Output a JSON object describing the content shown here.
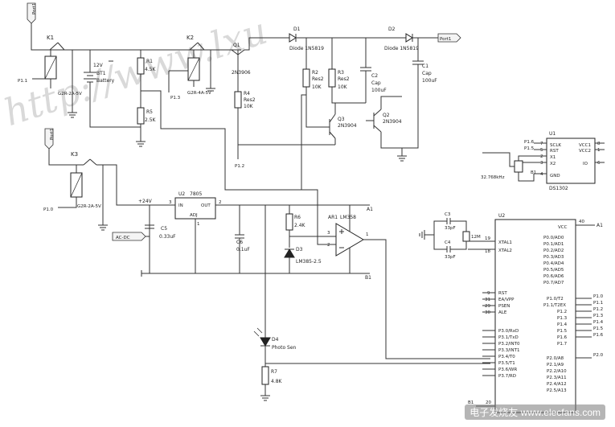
{
  "watermark": "http://www.lxu",
  "footer_logo": "电子发烧友",
  "footer_site": "www.elecfans.com",
  "ports": {
    "port1_top": "Port1",
    "port1_mid": "Port1",
    "port1_right": "Port1"
  },
  "relays": {
    "k1": "K1",
    "k1_model": "G2R-2A-5V",
    "k1_pin": "P1.1",
    "k2": "K2",
    "k2_model": "G2R-4A-5V",
    "k2_pin": "P1.3",
    "k3": "K3",
    "k3_model": "G2R-2A-5V",
    "k3_pin": "P1.0"
  },
  "battery": {
    "ref": "BT1",
    "value": "12V",
    "name": "Battery"
  },
  "resistors": {
    "r1": "R1",
    "r1_val": "4.5K",
    "r5": "R5",
    "r5_val": "2.5K",
    "r4": "R4",
    "r4_val": "Res2",
    "r4_val2": "10K",
    "r2": "R2",
    "r2_val": "Res2",
    "r2_val2": "10K",
    "r3": "R3",
    "r3_val": "Res2",
    "r3_val2": "10K",
    "r6": "R6",
    "r6_val": "2.4K",
    "r7": "R7",
    "r7_val": "4.8K"
  },
  "transistors": {
    "q1": "Q1",
    "q1_val": "2N3906",
    "q2": "Q2",
    "q2_val": "2N3904",
    "q3": "Q3",
    "q3_val": "2N3904",
    "q1_pin": "P1.2"
  },
  "diodes": {
    "d1": "D1",
    "d1_val": "Diode 1N5819",
    "d2": "D2",
    "d2_val": "Diode 1N5819",
    "d3": "D3",
    "d3_val": "LM385-2.5",
    "d4": "D4",
    "d4_val": "Photo Sen"
  },
  "capacitors": {
    "c1": "C1",
    "c1_val": "Cap",
    "c1_val2": "100uF",
    "c2": "C2",
    "c2_val": "Cap",
    "c2_val2": "100uF",
    "c5": "C5",
    "c5_val": "0.33uF",
    "c6": "C6",
    "c6_val": "0.1uF",
    "c3": "C3",
    "c3_val": "33pF",
    "c4": "C4",
    "c4_val": "33pF"
  },
  "regulator": {
    "ref": "U2",
    "part": "7805",
    "in": "IN",
    "out": "OUT",
    "adj": "ADJ",
    "pin_in": "3",
    "pin_out": "2",
    "pin_gnd": "1",
    "vin": "+24V",
    "acdc": "AC-DC"
  },
  "opamp": {
    "ref": "AR1",
    "part": "LM358",
    "net_a1": "A1",
    "net_b1": "B1",
    "pin_out": "1",
    "pin_in": "3",
    "pin_inn": "2"
  },
  "rtc": {
    "ref": "U1",
    "part": "DS1302",
    "crystal": "32.768kHz",
    "pins_left": [
      "SCLK",
      "RST",
      "X1",
      "X2",
      "GND"
    ],
    "pins_right": [
      "VCC1",
      "VCC2",
      "IO"
    ],
    "nets": [
      "P1.6",
      "P1.5",
      "B1"
    ],
    "pin_nums_left": [
      "7",
      "5",
      "2",
      "3",
      "4"
    ],
    "pin_nums_right": [
      "8",
      "1",
      "6"
    ]
  },
  "mcu": {
    "ref": "U2",
    "vcc": "VCC",
    "pin_vcc": "40",
    "net_vcc": "A1",
    "xtal1": "XTAL1",
    "xtal2": "XTAL2",
    "pin_x1": "19",
    "pin_x2": "18",
    "crystal": "12M",
    "ctrl": [
      "RST",
      "EA/VPP",
      "PSEN",
      "ALE"
    ],
    "ctrl_pins": [
      "9",
      "31",
      "29",
      "30"
    ],
    "p3": [
      "P3.0/RxD",
      "P3.1/TxD",
      "P3.2/INT0",
      "P3.3/INT1",
      "P3.4/T0",
      "P3.5/T1",
      "P3.6/WR",
      "P3.7/RD"
    ],
    "p0": [
      "P0.0/AD0",
      "P0.1/AD1",
      "P0.2/AD2",
      "P0.3/AD3",
      "P0.4/AD4",
      "P0.5/AD5",
      "P0.6/AD6",
      "P0.7/AD7"
    ],
    "p1": [
      "P1.0/T2",
      "P1.1/T2EX",
      "P1.2",
      "P1.3",
      "P1.4",
      "P1.5",
      "P1.6",
      "P1.7"
    ],
    "p2": [
      "P2.0/A8",
      "P2.1/A9",
      "P2.2/A10",
      "P2.3/A11",
      "P2.4/A12",
      "P2.5/A13"
    ],
    "right_nets": [
      "P1.0",
      "P1.1",
      "P1.2",
      "P1.3",
      "P1.4",
      "P1.5",
      "P1.6",
      "P2.0"
    ],
    "gnd_pin": "20",
    "gnd_net": "B1"
  }
}
